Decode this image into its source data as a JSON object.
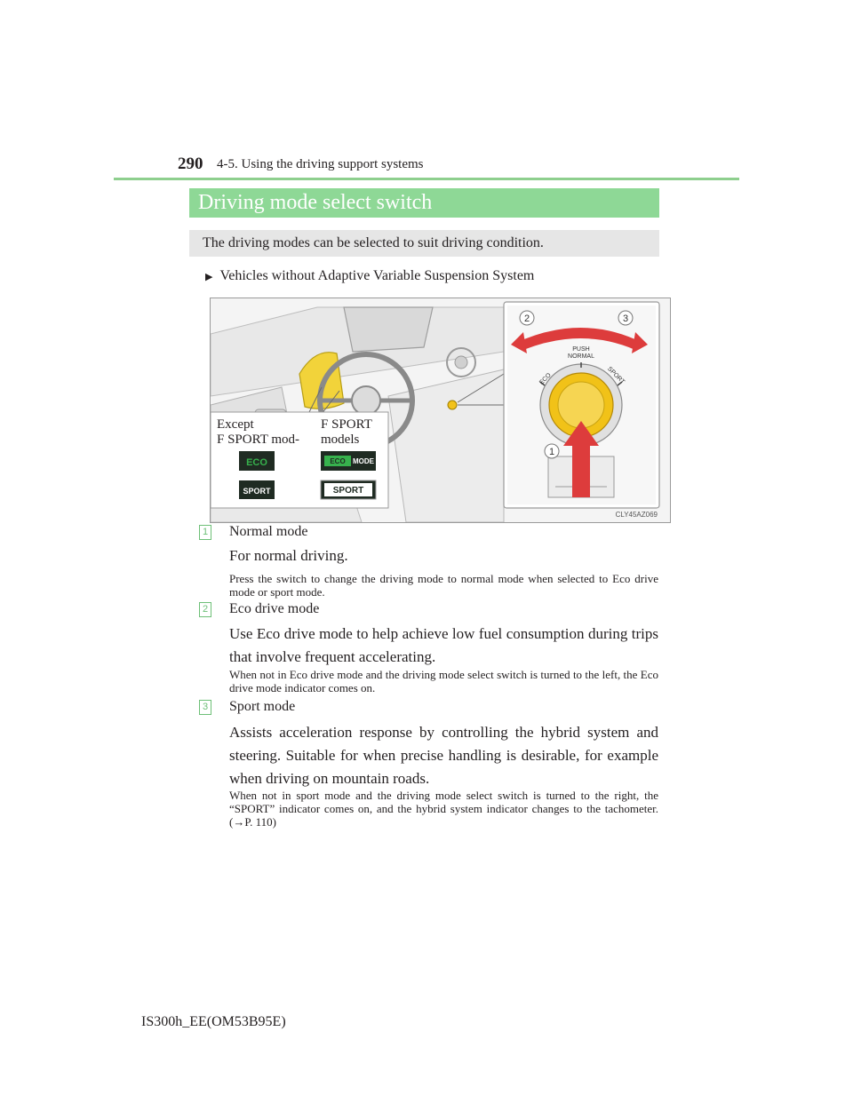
{
  "header": {
    "page_number": "290",
    "section": "4-5. Using the driving support systems"
  },
  "heading": "Driving mode select switch",
  "intro": "The driving modes can be selected to suit driving condition.",
  "variant_note": "Vehicles without Adaptive Variable Suspension System",
  "figure": {
    "labels": {
      "except_line1": "Except",
      "except_line2": "F SPORT mod-",
      "fsport_line1": "F SPORT",
      "fsport_line2": "models",
      "eco": "ECO",
      "sport": "SPORT",
      "eco_mode_eco": "ECO",
      "eco_mode_mode": "MODE",
      "sport_box": "SPORT",
      "dial_eco": "ECO",
      "dial_push": "PUSH",
      "dial_normal": "NORMAL",
      "dial_sport": "SPORT",
      "callout_1": "1",
      "callout_2": "2",
      "callout_3": "3",
      "code": "CLY45AZ069"
    }
  },
  "items": [
    {
      "number": "1",
      "title": "Normal mode",
      "body": "For normal driving.",
      "note": "Press the switch to change the driving mode to normal mode when selected to Eco drive mode or sport mode."
    },
    {
      "number": "2",
      "title": "Eco drive mode",
      "body": "Use Eco drive mode to help achieve low fuel consumption during trips that involve frequent accelerating.",
      "note": "When not in Eco drive mode and the driving mode select switch is turned to the left, the Eco drive mode indicator comes on."
    },
    {
      "number": "3",
      "title": "Sport mode",
      "body": "Assists acceleration response by controlling the hybrid system and steering. Suitable for when precise handling is desirable, for example when driving on mountain roads.",
      "note": "When not in sport mode and the driving mode select switch is turned to the right, the “SPORT” indicator comes on, and the hybrid system indicator changes to the tachometer. (→P. 110)"
    }
  ],
  "footer": "IS300h_EE(OM53B95E)"
}
